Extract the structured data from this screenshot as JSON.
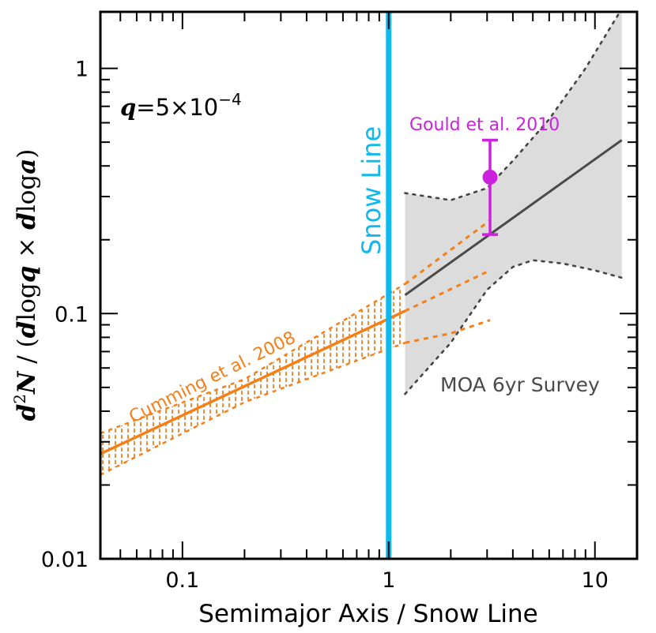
{
  "chart_data": {
    "type": "line",
    "xlabel": "Semimajor Axis / Snow Line",
    "ylabel": {
      "d2": "d",
      "sup2": "2",
      "N": "N",
      "slash": " / (",
      "dlog1": "d",
      "log1": "log",
      "q": "q",
      "times": " × ",
      "dlog2": "d",
      "log2": "log",
      "a": "a",
      "close": ")"
    },
    "x_scale": "log",
    "y_scale": "log",
    "xlim": [
      0.04,
      16
    ],
    "ylim": [
      0.01,
      1.7
    ],
    "x_ticks": [
      {
        "value": 0.1,
        "label": "0.1"
      },
      {
        "value": 1,
        "label": "1"
      },
      {
        "value": 10,
        "label": "10"
      }
    ],
    "y_ticks": [
      {
        "value": 0.01,
        "label": "0.01"
      },
      {
        "value": 0.1,
        "label": "0.1"
      },
      {
        "value": 1,
        "label": "1"
      }
    ],
    "annotation_q": {
      "q": "q",
      "eq": "=5×10",
      "exp": "−4"
    },
    "snow_line": {
      "x": 1,
      "label": "Snow Line",
      "color": "#11b8ec"
    },
    "cumming": {
      "label": "Cumming et al. 2008",
      "color": "#f57f17",
      "line": [
        [
          0.04,
          0.0268
        ],
        [
          1.2,
          0.1025
        ]
      ],
      "band_upper": [
        [
          0.04,
          0.0325
        ],
        [
          0.2,
          0.054
        ],
        [
          1.2,
          0.132
        ]
      ],
      "band_lower": [
        [
          0.04,
          0.022
        ],
        [
          0.2,
          0.0435
        ],
        [
          1.2,
          0.076
        ]
      ],
      "extrapolations": [
        [
          [
            1.2,
            0.132
          ],
          [
            3.1,
            0.24
          ]
        ],
        [
          [
            1.2,
            0.1025
          ],
          [
            3.1,
            0.15
          ]
        ],
        [
          [
            1.2,
            0.076
          ],
          [
            2.0,
            0.083
          ],
          [
            3.1,
            0.094
          ]
        ]
      ]
    },
    "moa": {
      "label": "MOA 6yr Survey",
      "color": "#4a4a4a",
      "line": [
        [
          1.2,
          0.119
        ],
        [
          13.5,
          0.51
        ]
      ],
      "band_upper": [
        [
          1.2,
          0.31
        ],
        [
          2,
          0.29
        ],
        [
          3,
          0.325
        ],
        [
          4,
          0.42
        ],
        [
          6,
          0.62
        ],
        [
          9,
          1.0
        ],
        [
          13.5,
          1.75
        ]
      ],
      "band_lower": [
        [
          1.2,
          0.047
        ],
        [
          2,
          0.076
        ],
        [
          3,
          0.125
        ],
        [
          4,
          0.155
        ],
        [
          5,
          0.165
        ],
        [
          7,
          0.16
        ],
        [
          10,
          0.15
        ],
        [
          13.5,
          0.14
        ]
      ]
    },
    "gould": {
      "label": "Gould et al. 2010",
      "color": "#cc22dd",
      "x": 3.1,
      "y": 0.36,
      "y_low": 0.21,
      "y_high": 0.51
    }
  }
}
